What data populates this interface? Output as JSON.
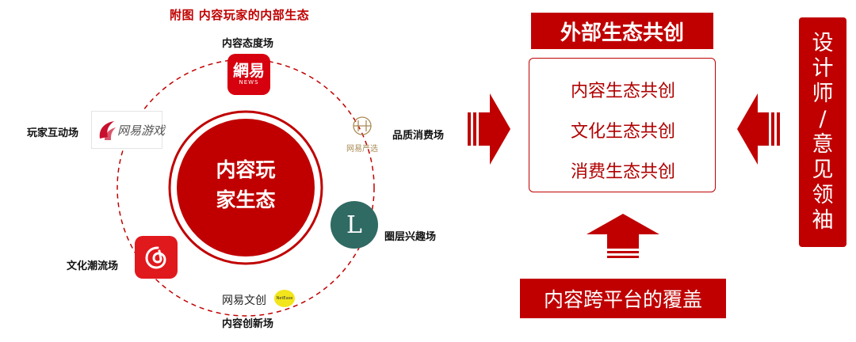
{
  "caption": "附图  内容玩家的内部生态",
  "center": {
    "line1": "内容玩",
    "line2": "家生态"
  },
  "nodes": {
    "top": {
      "label": "内容态度场",
      "logo_text": "網易",
      "logo_sub": "NEWS"
    },
    "right_top": {
      "label": "品质消费场",
      "logo_text": "网易严选"
    },
    "right_bottom": {
      "label": "圈层兴趣场",
      "logo_text": "L"
    },
    "bottom": {
      "label": "内容创新场",
      "logo_text": "网易文创",
      "logo_badge": "NetEase"
    },
    "left_bottom": {
      "label": "文化潮流场"
    },
    "left_top": {
      "label": "玩家互动场",
      "logo_text": "网易游戏"
    }
  },
  "external": {
    "title": "外部生态共创",
    "items": [
      "内容生态共创",
      "文化生态共创",
      "消费生态共创"
    ]
  },
  "side": {
    "chars": [
      "设",
      "计",
      "师",
      "/",
      "意",
      "见",
      "领",
      "袖"
    ]
  },
  "bottom_bar": "内容跨平台的覆盖",
  "colors": {
    "accent": "#c00000",
    "dark_teal": "#2f6a63"
  }
}
